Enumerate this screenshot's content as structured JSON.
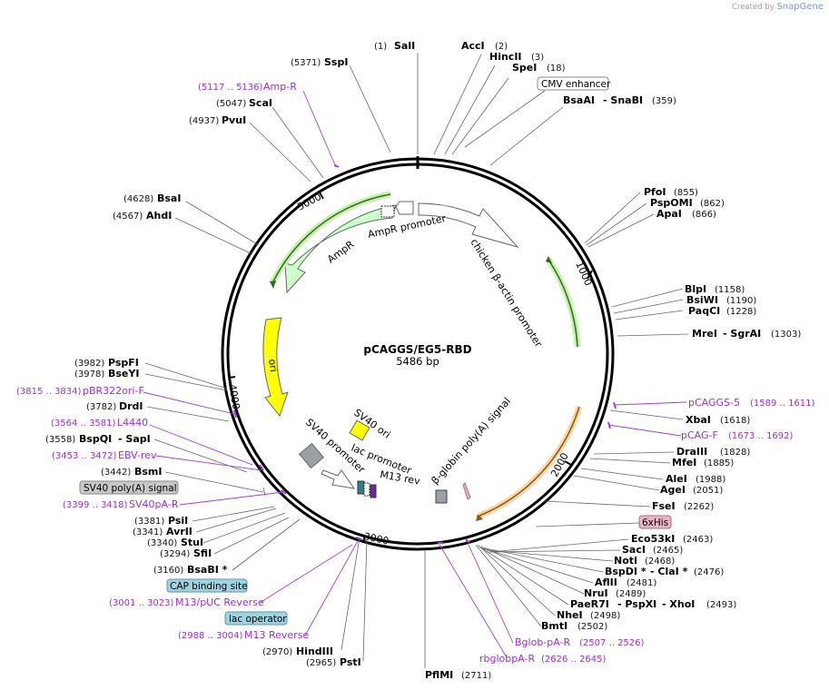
{
  "credit": {
    "created_by": "Created by",
    "brand": "SnapGene"
  },
  "plasmid": {
    "name": "pCAGGS/EG5-RBD",
    "length_label": "5486 bp",
    "length": 5486
  },
  "ticks": [
    {
      "bp": 1000,
      "label": "1000"
    },
    {
      "bp": 2000,
      "label": "2000"
    },
    {
      "bp": 3000,
      "label": "3000"
    },
    {
      "bp": 4000,
      "label": "4000"
    },
    {
      "bp": 5000,
      "label": "5000"
    }
  ],
  "features": [
    {
      "name": "chicken β-actin promoter",
      "color": "#ffffff",
      "kind": "arrow"
    },
    {
      "name": "AmpR promoter",
      "color": "#ffffff",
      "kind": "arrow"
    },
    {
      "name": "AmpR",
      "color": "#ccffcc",
      "kind": "arrow"
    },
    {
      "name": "ori",
      "color": "#ffff00",
      "kind": "arrow"
    },
    {
      "name": "SV40 ori",
      "color": "#ffff00",
      "kind": "box"
    },
    {
      "name": "SV40 promoter",
      "color": "#ffffff",
      "kind": "arrow"
    },
    {
      "name": "lac promoter",
      "color": "#ffffff",
      "kind": "arrow"
    },
    {
      "name": "M13 rev",
      "color": "#ffffff",
      "kind": "arrow"
    },
    {
      "name": "β-globin poly(A) signal",
      "color": "#9aa0a6",
      "kind": "box"
    }
  ],
  "boxed_labels": [
    {
      "text": "CMV enhancer",
      "fill": "#ffffff",
      "stroke": "#888888"
    },
    {
      "text": "6xHis",
      "fill": "#e9b4c4",
      "stroke": "#a07080"
    },
    {
      "text": "SV40 poly(A) signal",
      "fill": "#c8c8c8",
      "stroke": "#888888"
    },
    {
      "text": "CAP binding site",
      "fill": "#9fd3df",
      "stroke": "#5a9aa8"
    },
    {
      "text": "lac operator",
      "fill": "#9fd3df",
      "stroke": "#5a9aa8"
    }
  ],
  "sites_top": [
    {
      "pos": "(1)",
      "name": "SalI"
    },
    {
      "pos": "(2)",
      "name": "AccI"
    },
    {
      "pos": "(3)",
      "name": "HincII"
    },
    {
      "pos": "(18)",
      "name": "SpeI"
    },
    {
      "pos": "(359)",
      "name": "BsaAI",
      "name2": "SnaBI"
    },
    {
      "pos": "(5371)",
      "name": "SspI"
    },
    {
      "pos": "(5047)",
      "name": "ScaI"
    },
    {
      "pos": "(4937)",
      "name": "PvuI"
    },
    {
      "pos": "(4628)",
      "name": "BsaI"
    },
    {
      "pos": "(4567)",
      "name": "AhdI"
    }
  ],
  "sites_right": [
    {
      "pos": "(855)",
      "name": "PfoI"
    },
    {
      "pos": "(862)",
      "name": "PspOMI"
    },
    {
      "pos": "(866)",
      "name": "ApaI"
    },
    {
      "pos": "(1158)",
      "name": "BlpI"
    },
    {
      "pos": "(1190)",
      "name": "BsiWI"
    },
    {
      "pos": "(1228)",
      "name": "PaqCI"
    },
    {
      "pos": "(1303)",
      "name": "MreI",
      "name2": "SgrAI"
    },
    {
      "pos": "(1618)",
      "name": "XbaI"
    },
    {
      "pos": "(1828)",
      "name": "DraIII"
    },
    {
      "pos": "(1885)",
      "name": "MfeI"
    },
    {
      "pos": "(1988)",
      "name": "AleI"
    },
    {
      "pos": "(2051)",
      "name": "AgeI"
    },
    {
      "pos": "(2262)",
      "name": "FseI"
    },
    {
      "pos": "(2463)",
      "name": "Eco53kI"
    },
    {
      "pos": "(2465)",
      "name": "SacI"
    },
    {
      "pos": "(2468)",
      "name": "NotI"
    },
    {
      "pos": "(2476)",
      "name": "BspDI *",
      "name2": "ClaI *"
    },
    {
      "pos": "(2481)",
      "name": "AflII"
    },
    {
      "pos": "(2489)",
      "name": "NruI"
    },
    {
      "pos": "(2493)",
      "name": "PaeR7I",
      "name2": "PspXI",
      "name3": "XhoI"
    },
    {
      "pos": "(2498)",
      "name": "NheI"
    },
    {
      "pos": "(2502)",
      "name": "BmtI"
    },
    {
      "pos": "(2711)",
      "name": "PflMI"
    }
  ],
  "sites_left": [
    {
      "pos": "(3982)",
      "name": "PspFI"
    },
    {
      "pos": "(3978)",
      "name": "BseYI"
    },
    {
      "pos": "(3782)",
      "name": "DrdI"
    },
    {
      "pos": "(3558)",
      "name": "BspQI",
      "name2": "SapI"
    },
    {
      "pos": "(3442)",
      "name": "BsmI"
    },
    {
      "pos": "(3381)",
      "name": "PsiI"
    },
    {
      "pos": "(3341)",
      "name": "AvrII"
    },
    {
      "pos": "(3340)",
      "name": "StuI"
    },
    {
      "pos": "(3294)",
      "name": "SfiI"
    },
    {
      "pos": "(3160)",
      "name": "BsaBI *"
    },
    {
      "pos": "(2970)",
      "name": "HindIII"
    },
    {
      "pos": "(2965)",
      "name": "PstI"
    }
  ],
  "primers": [
    {
      "range": "(5117 .. 5136)",
      "name": "Amp-R"
    },
    {
      "range": "(1589 .. 1611)",
      "name": "pCAGGS-5"
    },
    {
      "range": "(1673 .. 1692)",
      "name": "pCAG-F"
    },
    {
      "range": "(3815 .. 3834)",
      "name": "pBR322ori-F"
    },
    {
      "range": "(3564 .. 3581)",
      "name": "L4440"
    },
    {
      "range": "(3453 .. 3472)",
      "name": "EBV-rev"
    },
    {
      "range": "(3399 .. 3418)",
      "name": "SV40pA-R"
    },
    {
      "range": "(3001 .. 3023)",
      "name": "M13/pUC Reverse"
    },
    {
      "range": "(2988 .. 3004)",
      "name": "M13 Reverse"
    },
    {
      "range": "(2507 .. 2526)",
      "name": "Bglob-pA-R"
    },
    {
      "range": "(2626 .. 2645)",
      "name": "rbglobpA-R"
    }
  ]
}
